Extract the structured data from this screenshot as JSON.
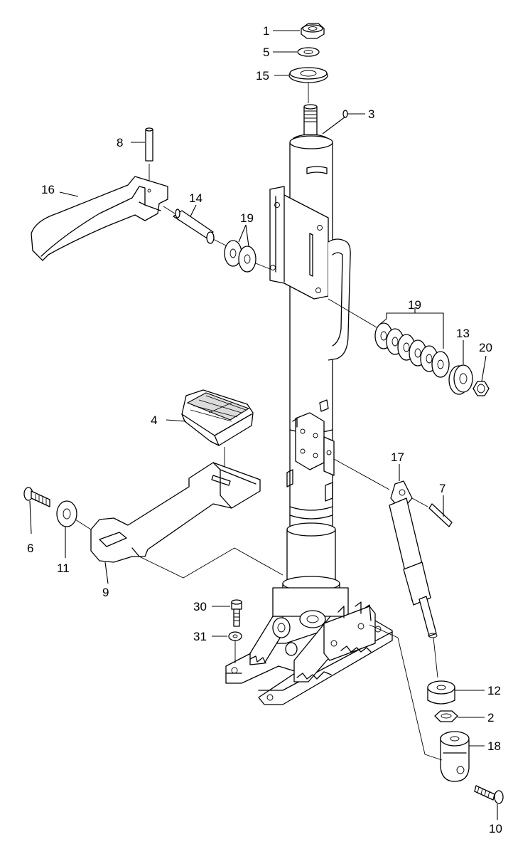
{
  "callouts": [
    {
      "id": "1",
      "label": "1"
    },
    {
      "id": "5",
      "label": "5"
    },
    {
      "id": "15",
      "label": "15"
    },
    {
      "id": "3",
      "label": "3"
    },
    {
      "id": "8",
      "label": "8"
    },
    {
      "id": "16",
      "label": "16"
    },
    {
      "id": "14",
      "label": "14"
    },
    {
      "id": "19a",
      "label": "19"
    },
    {
      "id": "19b",
      "label": "19"
    },
    {
      "id": "13",
      "label": "13"
    },
    {
      "id": "20",
      "label": "20"
    },
    {
      "id": "4",
      "label": "4"
    },
    {
      "id": "17",
      "label": "17"
    },
    {
      "id": "7",
      "label": "7"
    },
    {
      "id": "6",
      "label": "6"
    },
    {
      "id": "11",
      "label": "11"
    },
    {
      "id": "9",
      "label": "9"
    },
    {
      "id": "30",
      "label": "30"
    },
    {
      "id": "31",
      "label": "31"
    },
    {
      "id": "12",
      "label": "12"
    },
    {
      "id": "2",
      "label": "2"
    },
    {
      "id": "18",
      "label": "18"
    },
    {
      "id": "10",
      "label": "10"
    }
  ]
}
